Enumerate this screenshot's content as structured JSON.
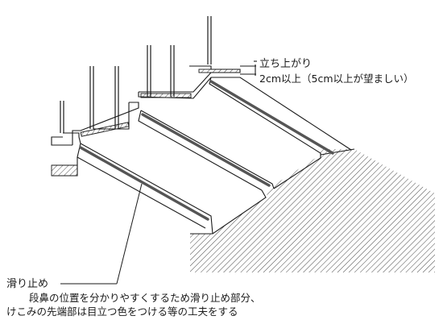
{
  "colors": {
    "line": "#1a1a1a",
    "nosing": "#555555",
    "background": "#ffffff"
  },
  "annotations": {
    "riser_title": "立ち上がり",
    "riser_spec": "2cm以上（5cm以上が望ましい）",
    "nosing_title": "滑り止め",
    "nosing_description_line1": "段鼻の位置を分かりやすくするため滑り止め部分、",
    "nosing_description_line2": "けこみの先端部は目立つ色をつける等の工夫をする"
  }
}
